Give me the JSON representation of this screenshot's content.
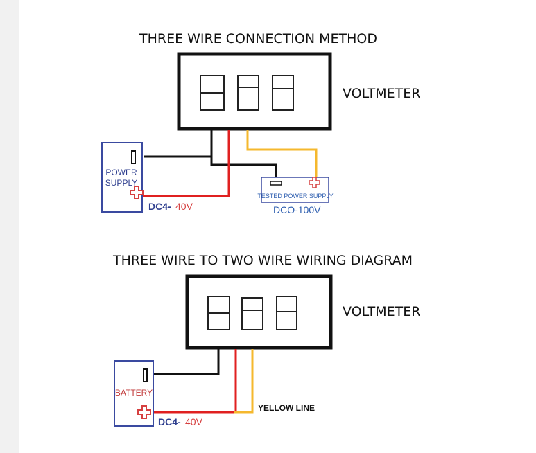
{
  "diagram1": {
    "title": "THREE WIRE CONNECTION METHOD",
    "meter_label": "VOLTMETER",
    "power_label_line1": "POWER",
    "power_label_line2": "SUPPLY",
    "range_prefix": "DC4-",
    "range_value": "40V",
    "tested_label": "TESTED POWER SUPPLY",
    "tested_range": "DCO-100V"
  },
  "diagram2": {
    "title": "THREE WIRE TO TWO WIRE WIRING DIAGRAM",
    "meter_label": "VOLTMETER",
    "battery_label": "BATTERY",
    "range_prefix": "DC4-",
    "range_value": "40V",
    "yellow_label": "YELLOW LINE"
  },
  "colors": {
    "black_wire": "#111111",
    "red_wire": "#e02020",
    "yellow_wire": "#f5b82e",
    "box_outline": "#3a4aa0"
  }
}
